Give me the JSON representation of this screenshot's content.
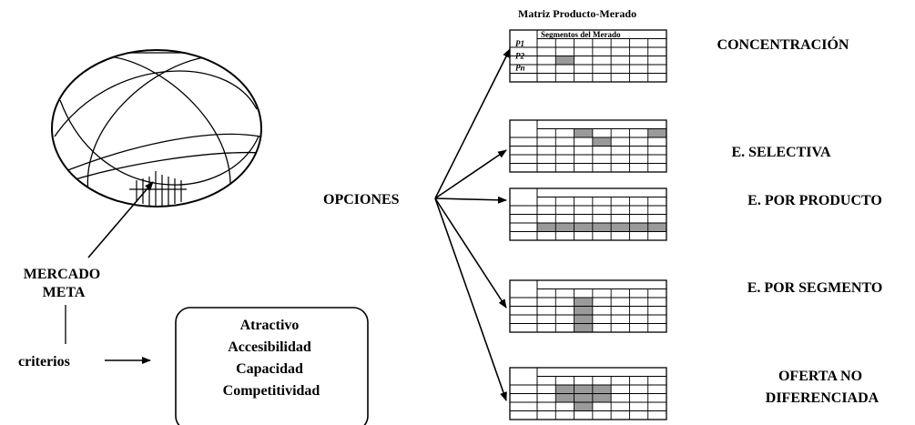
{
  "matrix_title": "Matriz Producto-Merado",
  "matrix_header": "Segmentos del Merado",
  "row_labels": [
    "P1",
    "P2",
    "Pn"
  ],
  "hub_label": "OPCIONES",
  "target_market": [
    "MERCADO",
    "META"
  ],
  "criteria_label": "criterios",
  "criteria": [
    "Atractivo",
    "Accesibilidad",
    "Capacidad",
    "Competitividad"
  ],
  "options": [
    {
      "lines": [
        "CONCENTRACIÓN"
      ]
    },
    {
      "lines": [
        "E. SELECTIVA"
      ]
    },
    {
      "lines": [
        "E. POR PRODUCTO"
      ]
    },
    {
      "lines": [
        "E. POR SEGMENTO"
      ]
    },
    {
      "lines": [
        "OFERTA NO",
        "DIFERENCIADA"
      ]
    }
  ],
  "colors": {
    "ink": "#000000",
    "shade": "#9a9a9a",
    "background": "#ffffff"
  }
}
